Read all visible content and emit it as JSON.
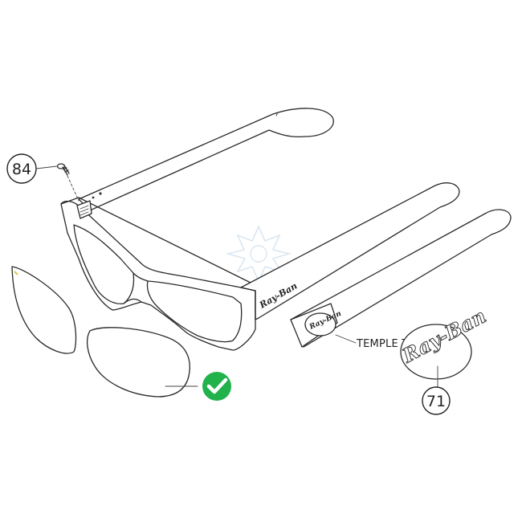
{
  "callouts": {
    "screw": "84",
    "temple_logo": "71"
  },
  "labels": {
    "temple_trim": "TEMPLE TRIM"
  },
  "logo": {
    "brand_text": "Ray-Ban"
  },
  "status": {
    "check_color": "#22b24c",
    "check_icon": "checkmark-circle-icon"
  },
  "watermark": {
    "icon": "sun-star-watermark-icon",
    "color": "#bcd3e6"
  }
}
